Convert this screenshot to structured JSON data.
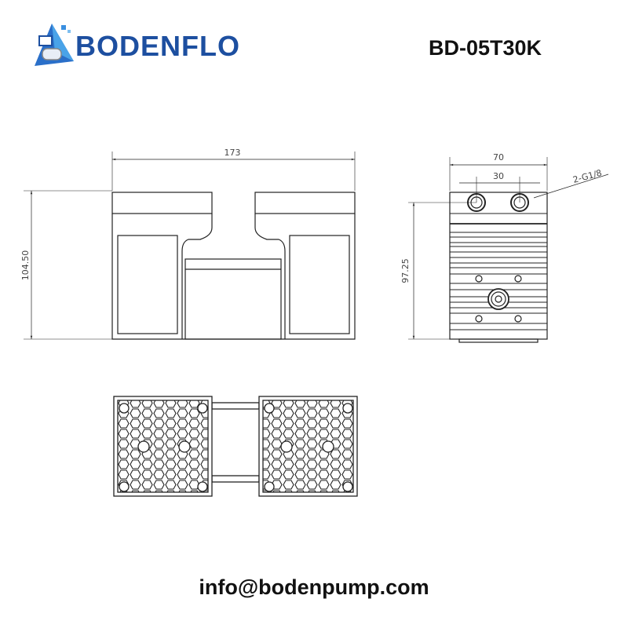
{
  "header": {
    "brand": "BODENFLO",
    "model": "BD-05T30K"
  },
  "dimensions": {
    "front_width": "173",
    "front_height": "104.50",
    "side_width": "70",
    "port_spacing": "30",
    "port_spec": "2-G1/8",
    "side_height": "97.25"
  },
  "footer": {
    "email": "info@bodenpump.com"
  },
  "colors": {
    "brand": "#1d4fa0",
    "accent": "#3aa0e0",
    "line": "#222222"
  }
}
